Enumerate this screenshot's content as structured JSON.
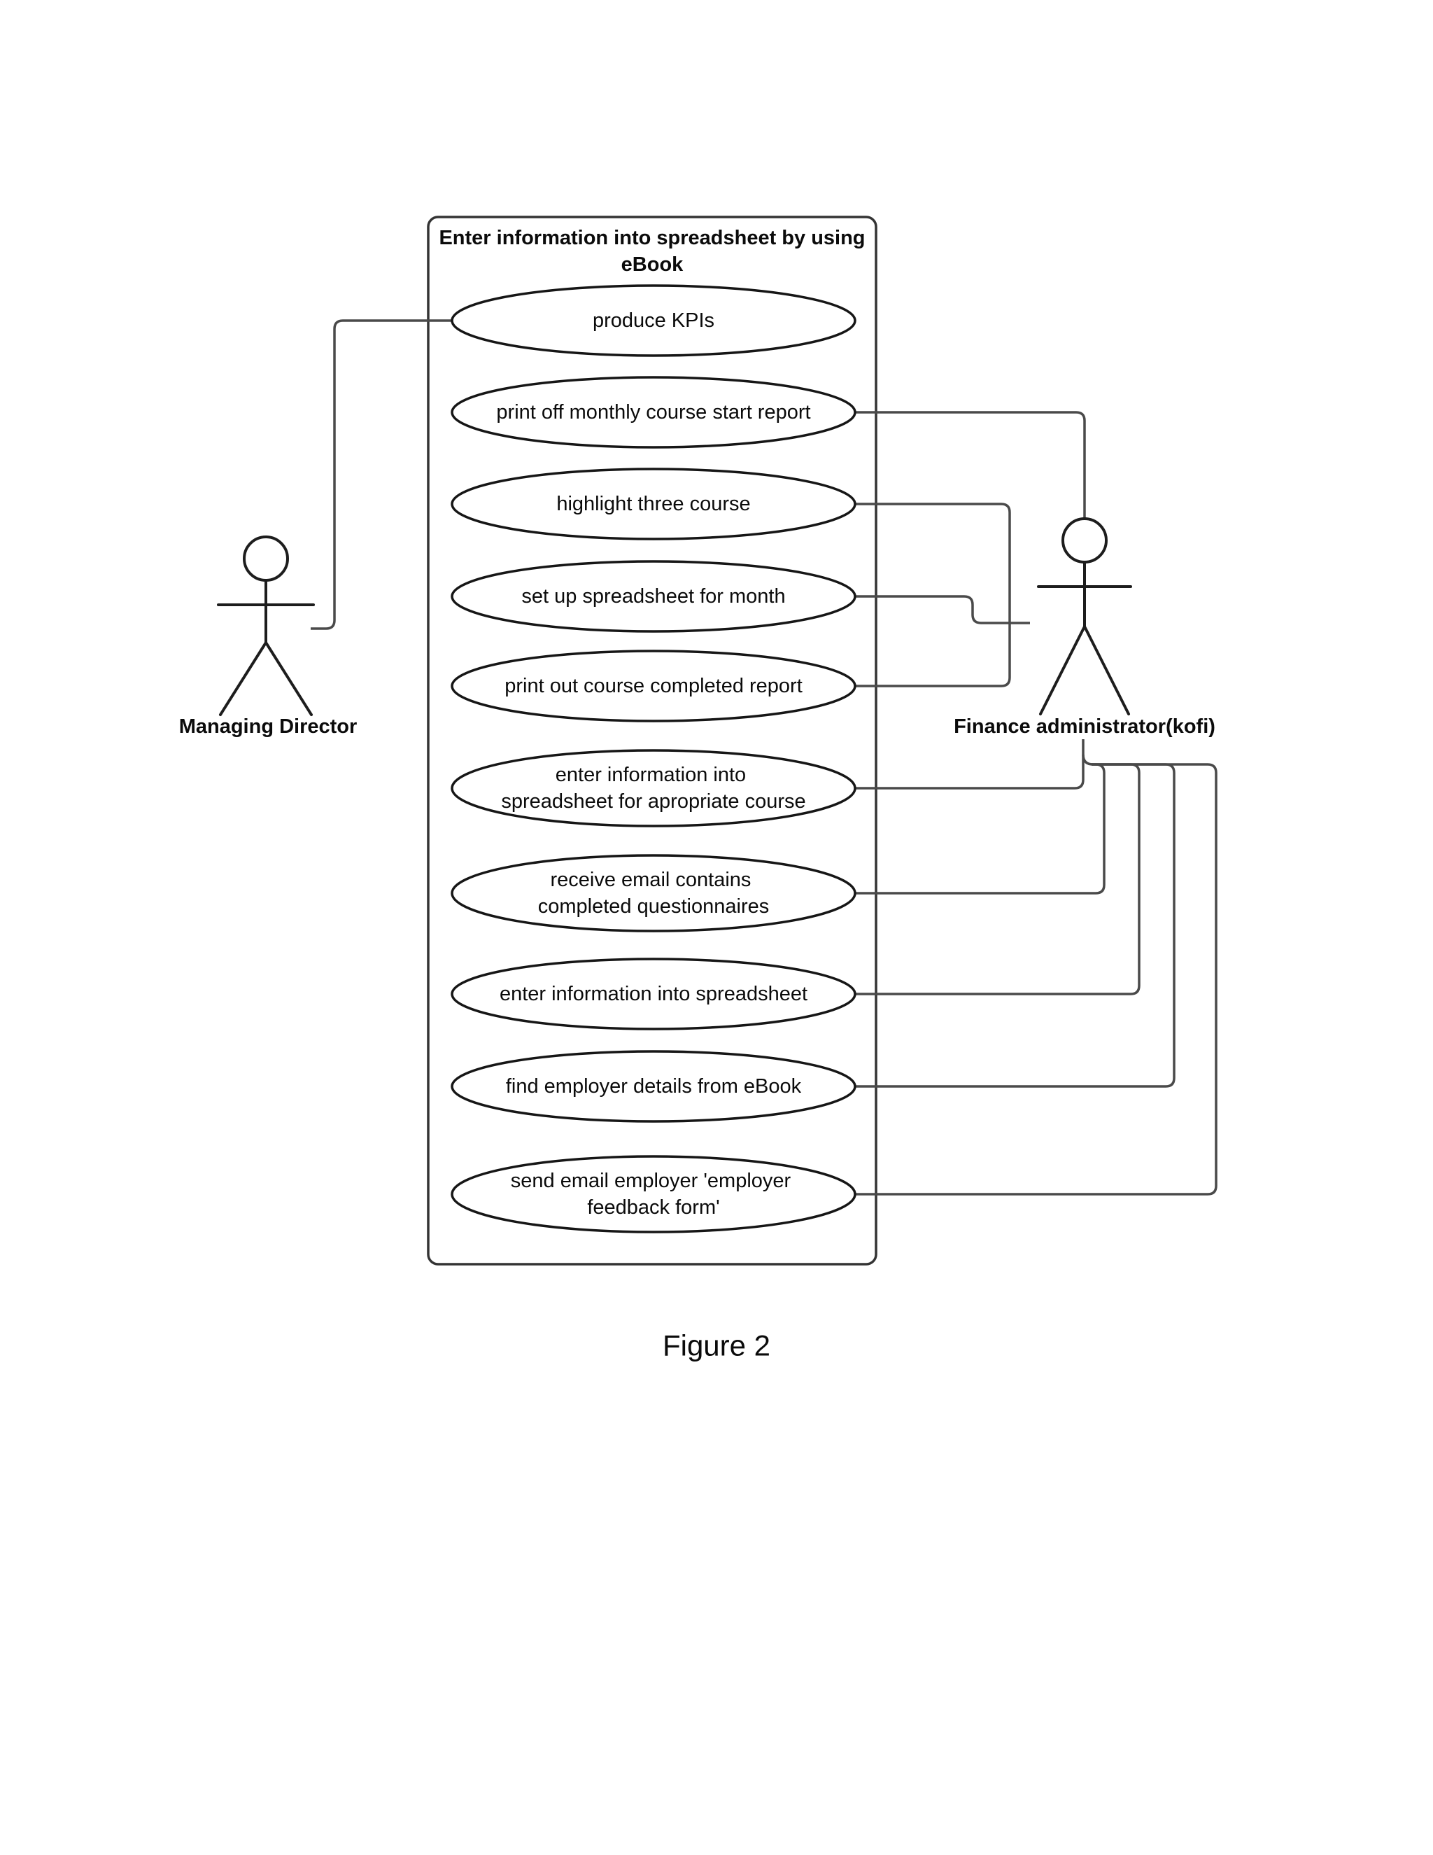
{
  "figure": {
    "caption": "Figure 2"
  },
  "colors": {
    "background": "#ffffff",
    "node_stroke": "#161616",
    "boundary_stroke": "#343434",
    "connector": "#4a4a4a",
    "text": "#0b0b0b"
  },
  "system": {
    "title_line1": "Enter information into spreadsheet by using",
    "title_line2": "eBook"
  },
  "actors": {
    "managing_director": {
      "name": "Managing Director",
      "position": "left"
    },
    "finance_administrator": {
      "name": "Finance administrator(kofi)",
      "position": "right"
    }
  },
  "use_cases": [
    {
      "lines": [
        "produce KPIs"
      ]
    },
    {
      "lines": [
        "print off monthly course start report"
      ]
    },
    {
      "lines": [
        "highlight three course"
      ]
    },
    {
      "lines": [
        "set up spreadsheet for month"
      ]
    },
    {
      "lines": [
        "print out course completed report"
      ]
    },
    {
      "lines": [
        "enter information into",
        "spreadsheet for apropriate course"
      ]
    },
    {
      "lines": [
        "receive email contains",
        "completed questionnaires"
      ]
    },
    {
      "lines": [
        "enter information into spreadsheet"
      ]
    },
    {
      "lines": [
        "find employer details from eBook"
      ]
    },
    {
      "lines": [
        "send email employer 'employer",
        "feedback form'"
      ]
    }
  ],
  "edges": [
    {
      "from": "Managing Director",
      "to": "produce KPIs"
    },
    {
      "from": "print off monthly course start report",
      "to": "Finance administrator(kofi)"
    },
    {
      "from": "highlight three course",
      "to": "Finance administrator(kofi)"
    },
    {
      "from": "set up spreadsheet for month",
      "to": "Finance administrator(kofi)"
    },
    {
      "from": "print out course completed report",
      "to": "Finance administrator(kofi)"
    },
    {
      "from": "enter information into spreadsheet for apropriate course",
      "to": "Finance administrator(kofi)"
    },
    {
      "from": "receive email contains completed questionnaires",
      "to": "Finance administrator(kofi)"
    },
    {
      "from": "enter information into spreadsheet",
      "to": "Finance administrator(kofi)"
    },
    {
      "from": "find employer details from eBook",
      "to": "Finance administrator(kofi)"
    },
    {
      "from": "send email employer 'employer feedback form'",
      "to": "Finance administrator(kofi)"
    }
  ]
}
